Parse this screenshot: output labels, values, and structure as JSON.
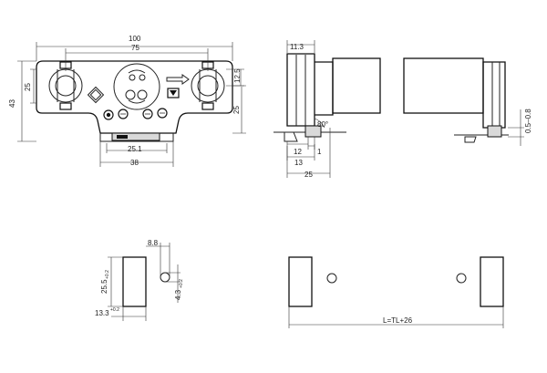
{
  "dims": {
    "top_width": "100",
    "inner_width": "75",
    "total_height": "43",
    "left_height": "25",
    "right_height": "25",
    "socket_height": "12.5",
    "tab_width": "25.1",
    "base_width": "38",
    "side_top": "11.3",
    "side_12": "12",
    "side_1": "1",
    "side_13": "13",
    "side_25": "25",
    "angle": "80°",
    "thickness": "0.5–0.8",
    "hole_width": "8.8",
    "cut_height": "25.5",
    "cut_height_tol": "+0.2",
    "cut_width": "13.3",
    "cut_width_tol": "+0.2",
    "hole_dia": "4.3",
    "hole_dia_tol": "+0.2",
    "length_formula": "L=TL+26"
  }
}
